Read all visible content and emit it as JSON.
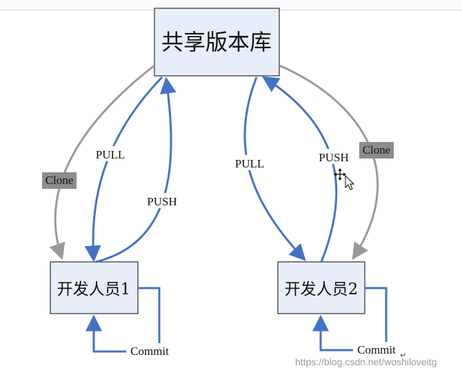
{
  "nodes": {
    "repo": "共享版本库",
    "dev1": "开发人员1",
    "dev2": "开发人员2"
  },
  "edges": {
    "clone_left": "Clone",
    "clone_right": "Clone",
    "pull_left": "PULL",
    "push_left": "PUSH",
    "pull_right": "PULL",
    "push_right": "PUSH",
    "commit_left": "Commit",
    "commit_right": "Commit"
  },
  "watermark": "https://blog.csdn.net/woshiloveitg",
  "colors": {
    "box_fill": "#e8eef9",
    "box_stroke": "#2b2b2b",
    "blue_arrow": "#4472c4",
    "gray_arrow": "#999999",
    "clone_label_bg": "#8c8c8c"
  }
}
